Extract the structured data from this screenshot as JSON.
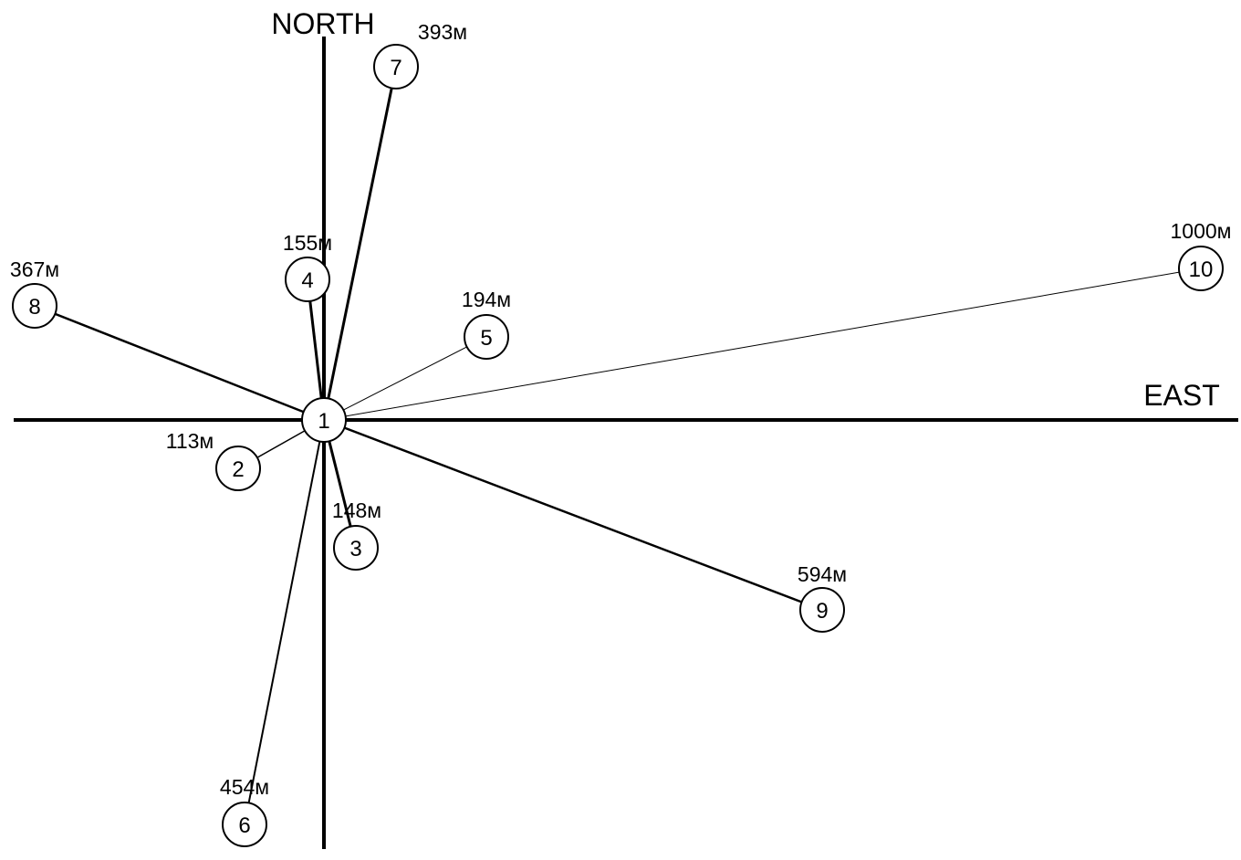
{
  "axes": {
    "north_label": "NORTH",
    "east_label": "EAST"
  },
  "colors": {
    "stroke": "#000000",
    "background": "#ffffff",
    "node_fill": "#ffffff"
  },
  "center": {
    "id": "1",
    "label": "1"
  },
  "nodes": [
    {
      "id": "2",
      "label": "2",
      "distance": "113м"
    },
    {
      "id": "3",
      "label": "3",
      "distance": "148м"
    },
    {
      "id": "4",
      "label": "4",
      "distance": "155м"
    },
    {
      "id": "5",
      "label": "5",
      "distance": "194м"
    },
    {
      "id": "6",
      "label": "6",
      "distance": "454м"
    },
    {
      "id": "7",
      "label": "7",
      "distance": "393м"
    },
    {
      "id": "8",
      "label": "8",
      "distance": "367м"
    },
    {
      "id": "9",
      "label": "9",
      "distance": "594м"
    },
    {
      "id": "10",
      "label": "10",
      "distance": "1000м"
    }
  ]
}
